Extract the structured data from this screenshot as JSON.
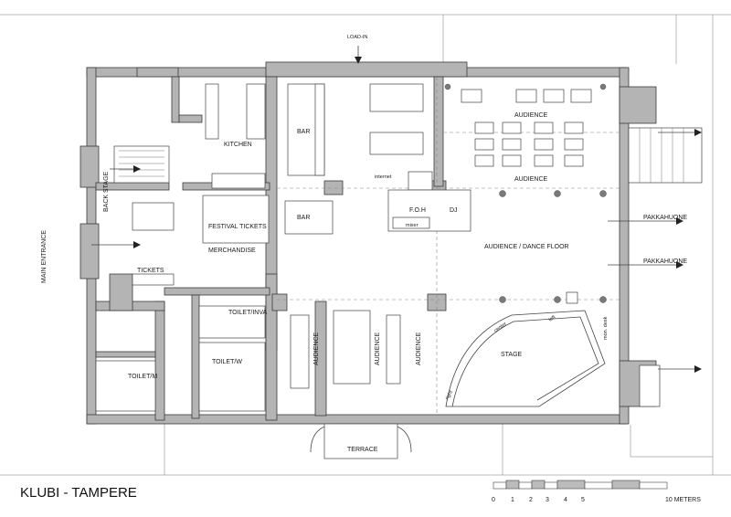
{
  "title": "KLUBI - TAMPERE",
  "rooms": {
    "load_in": "LOAD-IN",
    "bar_top": "BAR",
    "bar_lower": "BAR",
    "kitchen": "KITCHEN",
    "back_stage": "BACK STAGE",
    "main_entrance": "MAIN ENTRANCE",
    "festival_tickets": "FESTIVAL TICKETS",
    "merchandise": "MERCHANDISE",
    "tickets": "TICKETS",
    "internet": "internet",
    "foh": "F.O.H",
    "mixer": "mixer",
    "dj": "DJ",
    "audience_top": "AUDIENCE",
    "audience_mid": "AUDIENCE",
    "audience_dance": "AUDIENCE / DANCE FLOOR",
    "pakkahuone_1": "PAKKAHUONE",
    "pakkahuone_2": "PAKKAHUONE",
    "toilet_inva": "TOILET/INVA",
    "toilet_w": "TOILET/W",
    "toilet_m": "TOILET/M",
    "audience_left": "AUDIENCE",
    "audience_right": "AUDIENCE",
    "audience_far": "AUDIENCE",
    "stage": "STAGE",
    "terrace": "TERRACE",
    "center": "center",
    "left": "left",
    "right": "right",
    "mon_desk": "mon. desk"
  },
  "scale_bar": {
    "ticks": [
      "0",
      "1",
      "2",
      "3",
      "4",
      "5"
    ],
    "end_label": "10 METERS"
  },
  "colors": {
    "wall_fill": "#b4b4b4",
    "line": "#444444",
    "background": "#ffffff"
  }
}
